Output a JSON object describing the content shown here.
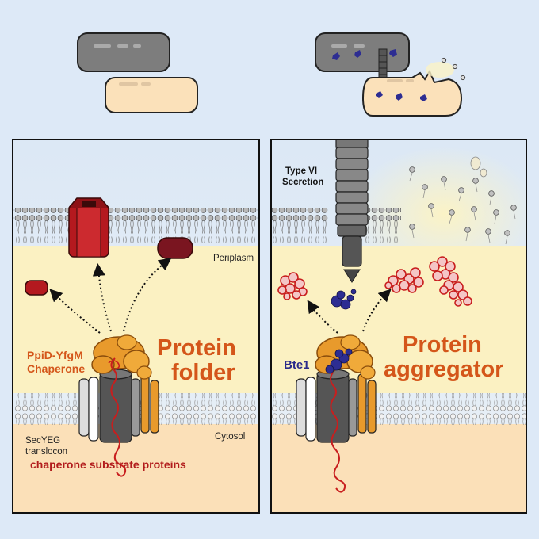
{
  "left_panel": {
    "title": "Protein folder",
    "title_line1": "Protein",
    "title_line2": "folder",
    "chaperone_line1": "PpiD-YfgM",
    "chaperone_line2": "Chaperone",
    "periplasm": "Periplasm",
    "cytosol": "Cytosol",
    "translocon_line1": "SecYEG",
    "translocon_line2": "translocon",
    "substrates": "chaperone substrate proteins"
  },
  "right_panel": {
    "title_line1": "Protein",
    "title_line2": "aggregator",
    "secretion_line1": "Type VI",
    "secretion_line2": "Secretion",
    "effector": "Bte1"
  },
  "colors": {
    "background": "#dde9f7",
    "orange_text": "#d4561a",
    "red_text": "#b21c1c",
    "blue_text": "#2a2a8a",
    "periplasm": "#fbf1c2",
    "cytosol": "#fbe0b8"
  }
}
